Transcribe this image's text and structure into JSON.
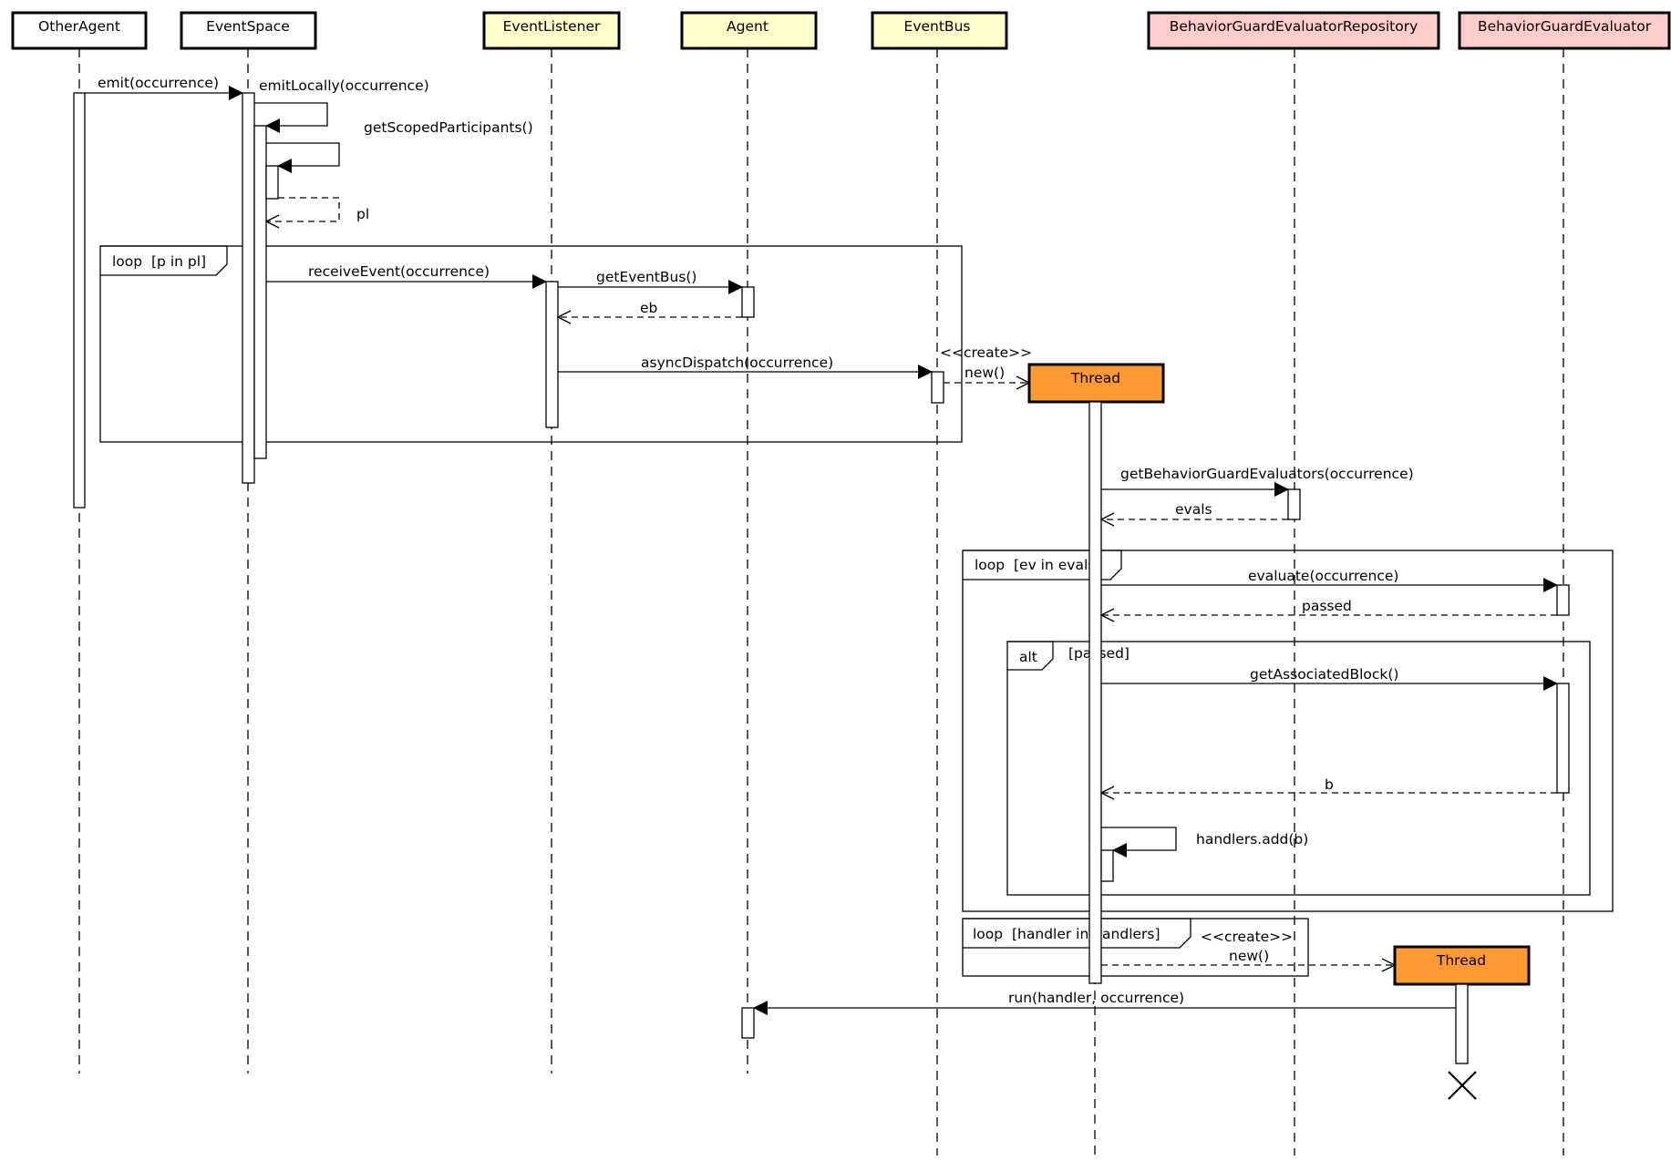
{
  "colors": {
    "plain_box": "#ffffff",
    "listener_box": "#ffffcc",
    "repo_box": "#ffcccc",
    "thread_box": "#ff9933",
    "line": "#000000"
  },
  "participants": {
    "other_agent": "OtherAgent",
    "event_space": "EventSpace",
    "event_listener": "EventListener",
    "agent": "Agent",
    "event_bus": "EventBus",
    "repository": "BehaviorGuardEvaluatorRepository",
    "evaluator": "BehaviorGuardEvaluator",
    "thread_1": "Thread",
    "thread_2": "Thread"
  },
  "messages": {
    "emit": "emit(occurrence)",
    "emit_locally": "emitLocally(occurrence)",
    "get_scoped": "getScopedParticipants()",
    "pl": "pl",
    "receive_event": "receiveEvent(occurrence)",
    "get_event_bus": "getEventBus()",
    "eb": "eb",
    "async_dispatch": "asyncDispatch(occurrence)",
    "create_1": "<<create>>",
    "new_1": "new()",
    "get_evaluators": "getBehaviorGuardEvaluators(occurrence)",
    "evals": "evals",
    "evaluate": "evaluate(occurrence)",
    "passed": "passed",
    "get_block": "getAssociatedBlock()",
    "b": "b",
    "handlers_add": "handlers.add(b)",
    "create_2": "<<create>>",
    "new_2": "new()",
    "run": "run(handler, occurrence)"
  },
  "fragments": {
    "loop_p": {
      "operator": "loop",
      "guard": "[p in pl]"
    },
    "loop_ev": {
      "operator": "loop",
      "guard": "[ev in evals]"
    },
    "alt_passed": {
      "operator": "alt",
      "guard": "[passed]"
    },
    "loop_handler": {
      "operator": "loop",
      "guard": "[handler in handlers]"
    }
  }
}
